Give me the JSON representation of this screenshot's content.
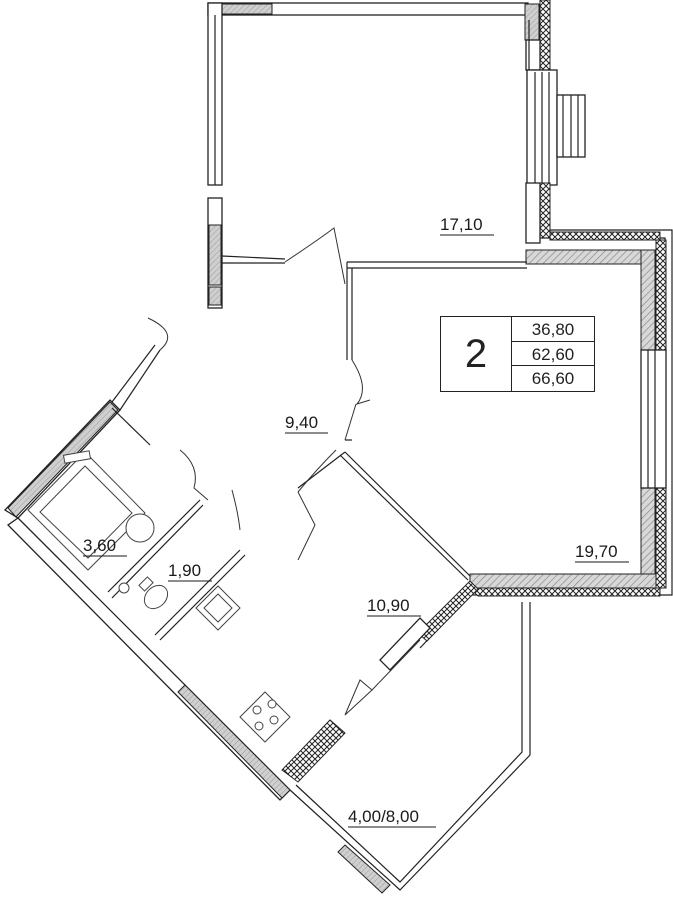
{
  "plan": {
    "rooms": [
      {
        "id": "room-top",
        "area": "17,10"
      },
      {
        "id": "living-room",
        "area": "19,70"
      },
      {
        "id": "hallway",
        "area": "9,40"
      },
      {
        "id": "kitchen",
        "area": "10,90"
      },
      {
        "id": "bathroom",
        "area": "3,60"
      },
      {
        "id": "toilet",
        "area": "1,90"
      },
      {
        "id": "balcony",
        "area": "4,00/8,00"
      }
    ],
    "summary": {
      "rooms_count": "2",
      "areas": [
        "36,80",
        "62,60",
        "66,60"
      ]
    }
  }
}
